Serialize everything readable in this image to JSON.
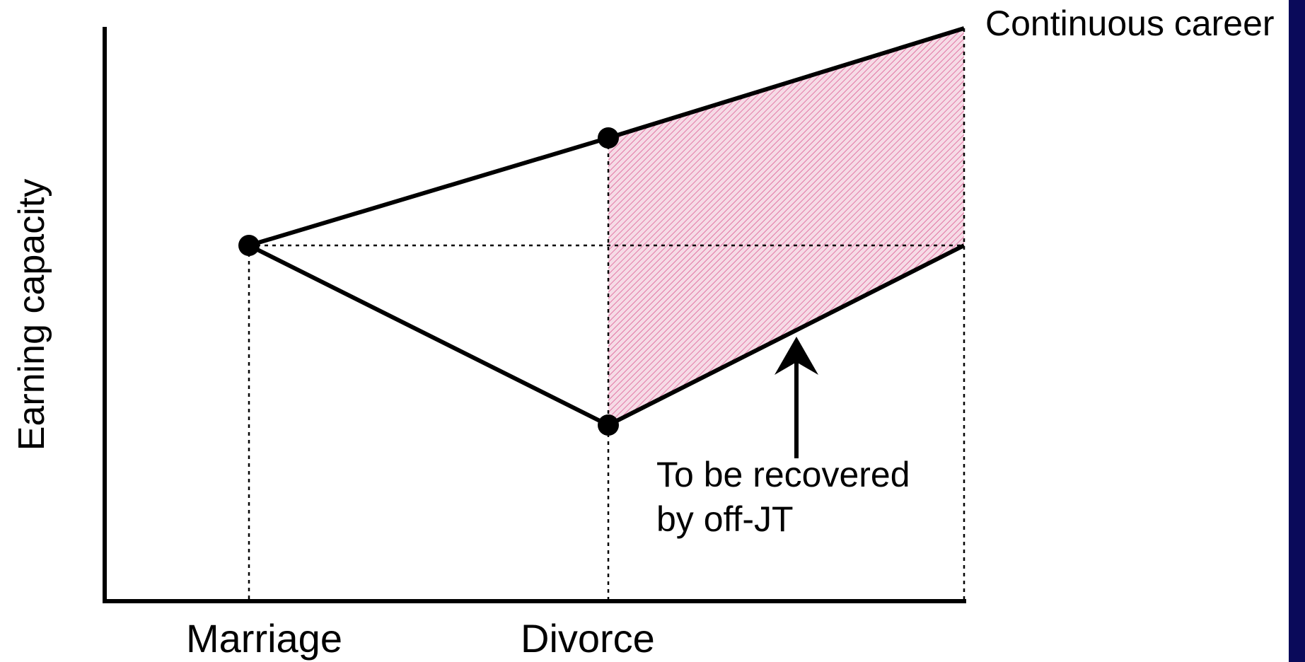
{
  "diagram": {
    "y_axis_label": "Earning capacity",
    "x_tick_labels": [
      "Marriage",
      "Divorce"
    ],
    "upper_line_label": "Continuous career",
    "annotation": [
      "To be recovered",
      "by off-JT"
    ]
  },
  "colors": {
    "line": "#000000",
    "shade_fill": "#f6dbe6",
    "shade_hatch": "#d94f8a",
    "right_edge_bar": "#0a0a5a"
  }
}
